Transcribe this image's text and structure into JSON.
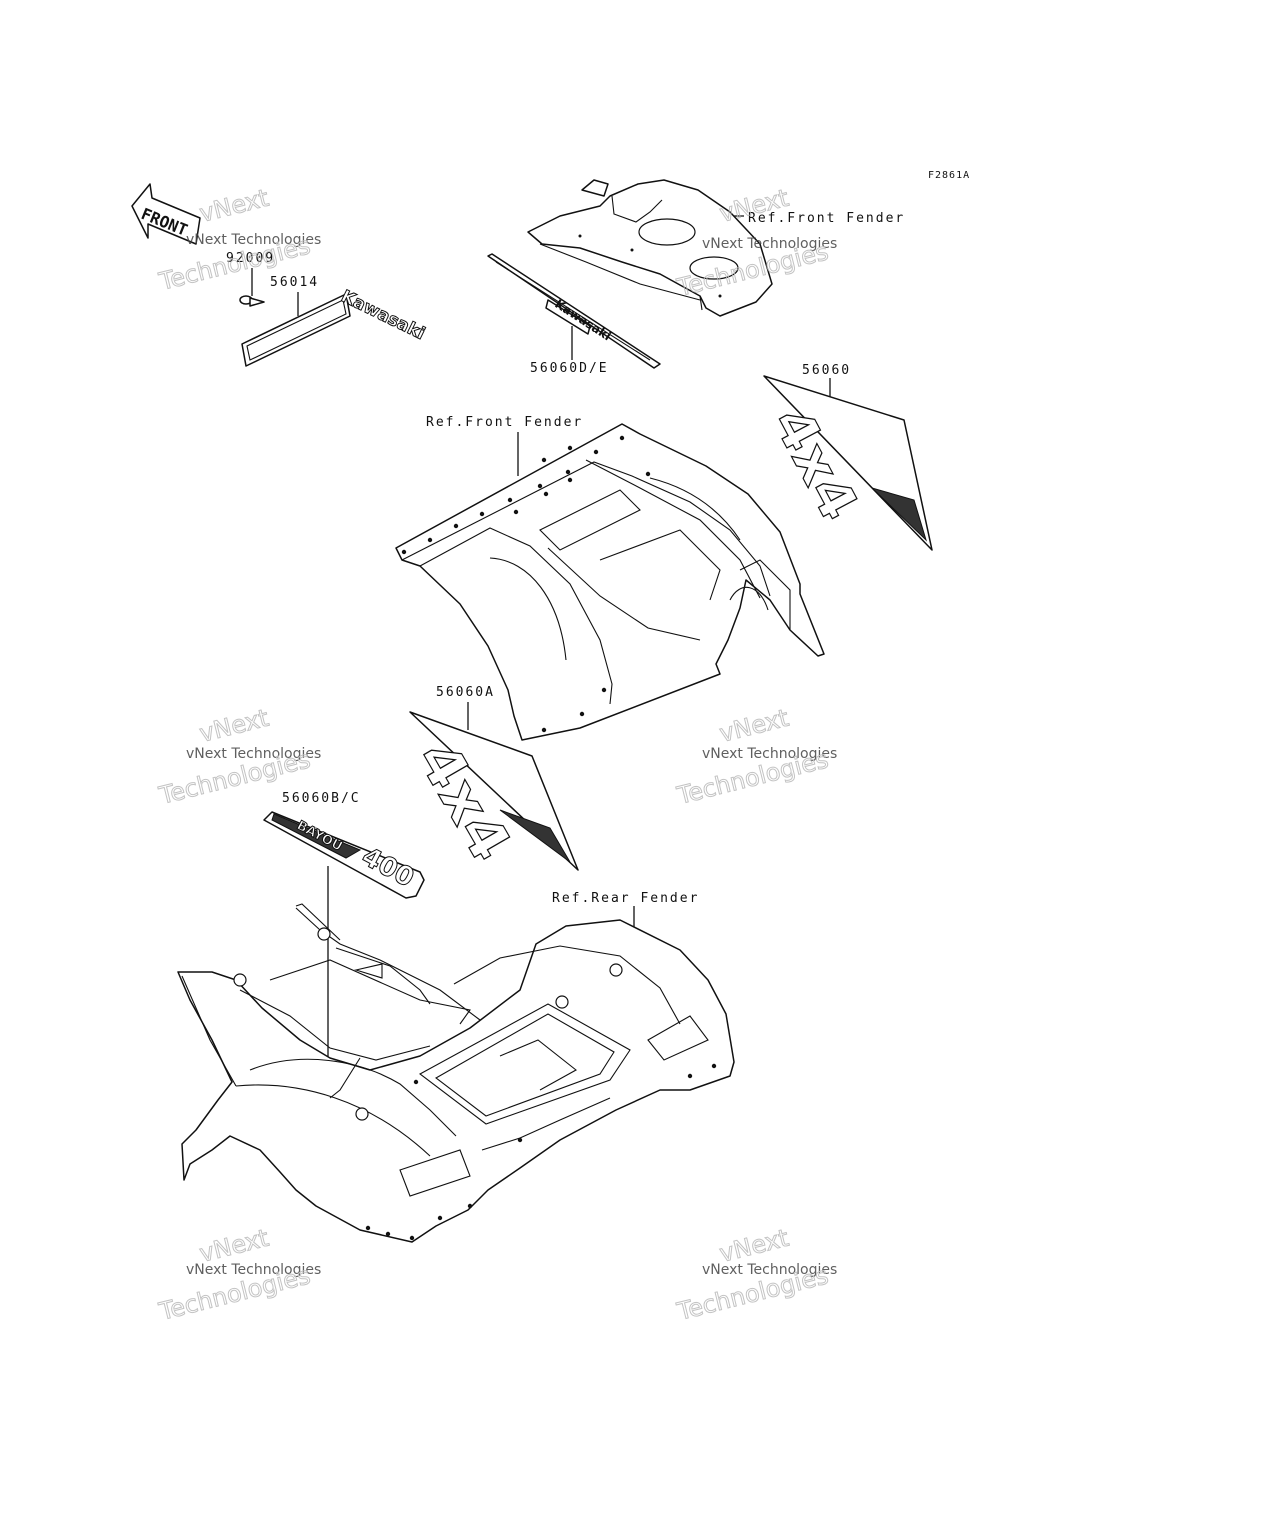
{
  "figure_code": "F2861A",
  "front_arrow_text": "FRONT",
  "part_labels": {
    "p92009": "92009",
    "p56014": "56014",
    "p56060DE": "56060D/E",
    "p56060": "56060",
    "p56060A": "56060A",
    "p56060BC": "56060B/C"
  },
  "reference_labels": {
    "front_fender_top": "Ref.Front Fender",
    "front_fender_mid": "Ref.Front Fender",
    "rear_fender": "Ref.Rear Fender"
  },
  "decal_texts": {
    "emblem_56014": "Kawasaki",
    "stripe_56060DE": "Kawasaki",
    "decal_56060": "4x4",
    "decal_56060A": "4x4",
    "stripe_56060BC_a": "BAYOU",
    "stripe_56060BC_b": "400"
  },
  "watermark": {
    "line1": "vNext Technologies",
    "line2": "Technologies",
    "line3": "vNext"
  }
}
